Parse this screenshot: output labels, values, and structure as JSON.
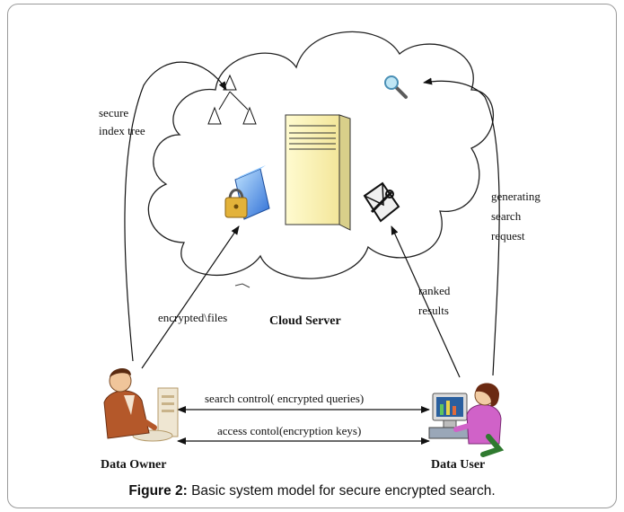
{
  "labels": {
    "secure_index_tree_line1": "secure",
    "secure_index_tree_line2": "index tree",
    "generating_line1": "generating",
    "generating_line2": "search",
    "generating_line3": "request",
    "ranked_line1": "ranked",
    "ranked_line2": "results",
    "encrypted_files": "encrypted\\files",
    "cloud_server": "Cloud Server",
    "search_control": "search control( encrypted queries)",
    "access_control": "access contol(encryption keys)",
    "data_owner": "Data Owner",
    "data_user": "Data User"
  },
  "caption": {
    "prefix": "Figure 2:",
    "text": " Basic system model for secure encrypted search."
  },
  "icons": [
    "tree-icon",
    "magnifier-icon",
    "server-icon",
    "lock-folder-icon",
    "envelope-key-icon",
    "data-owner-figure",
    "data-user-figure"
  ]
}
